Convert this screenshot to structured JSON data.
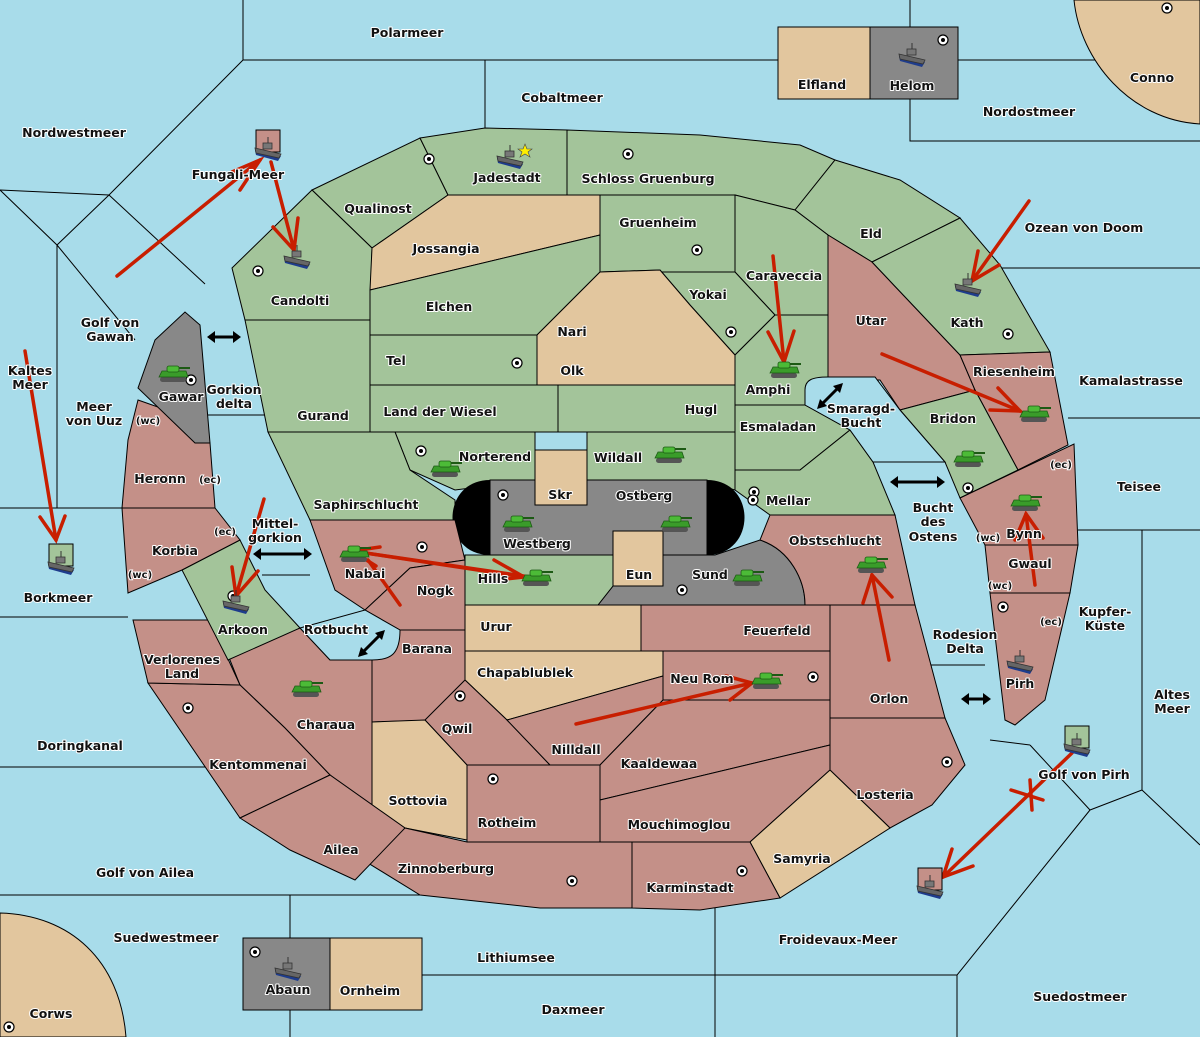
{
  "map": {
    "title": "Diplomacy-style game map",
    "colors": {
      "sea": "#a8dcea",
      "neutral": "#e2c69e",
      "power_green": "#a3c49a",
      "power_red": "#c49088",
      "power_gray": "#888888",
      "order_arrow": "#c81e00",
      "supply_center": "#ffffff",
      "capital_star": "#ffee00"
    },
    "sea_labels": {
      "polarmeer": "Polarmeer",
      "cobaltmeer": "Cobaltmeer",
      "nordwestmeer": "Nordwestmeer",
      "nordostmeer": "Nordostmeer",
      "fungali": "Fungali-Meer",
      "ozean_doom": "Ozean von Doom",
      "golf_gawan_1": "Golf von",
      "golf_gawan_2": "Gawan",
      "kaltes_1": "Kaltes",
      "kaltes_2": "Meer",
      "uuz_1": "Meer",
      "uuz_2": "von Uuz",
      "gorkion_1": "Gorkion",
      "gorkion_2": "delta",
      "mittel_1": "Mittel-",
      "mittel_2": "gorkion",
      "rotbucht": "Rotbucht",
      "borkmeer": "Borkmeer",
      "kamalastrasse": "Kamalastrasse",
      "teisee": "Teisee",
      "smaragd_1": "Smaragd-",
      "smaragd_2": "Bucht",
      "bucht_1": "Bucht",
      "bucht_2": "des",
      "bucht_3": "Ostens",
      "kupfer_1": "Kupfer-",
      "kupfer_2": "Küste",
      "rodesion_1": "Rodesion",
      "rodesion_2": "Delta",
      "altes_1": "Altes",
      "altes_2": "Meer",
      "doringkanal": "Doringkanal",
      "golf_pirh": "Golf von Pirh",
      "golf_ailea": "Golf von Ailea",
      "suedwestmeer": "Suedwestmeer",
      "froidevaux": "Froidevaux-Meer",
      "lithiumsee": "Lithiumsee",
      "daxmeer": "Daxmeer",
      "suedostmeer": "Suedostmeer"
    },
    "land_labels": {
      "elfland": "Elfland",
      "helom": "Helom",
      "conno": "Conno",
      "jadestadt": "Jadestadt",
      "schloss": "Schloss Gruenburg",
      "qualinost": "Qualinost",
      "jossangia": "Jossangia",
      "gruenheim": "Gruenheim",
      "eld": "Eld",
      "candolti": "Candolti",
      "caraveccia": "Caraveccia",
      "elchen": "Elchen",
      "yokai": "Yokai",
      "nari": "Nari",
      "utar": "Utar",
      "kath": "Kath",
      "tel": "Tel",
      "olk": "Olk",
      "amphi": "Amphi",
      "riesenheim": "Riesenheim",
      "gawar": "Gawar",
      "gurand": "Gurand",
      "land_wiesel": "Land der Wiesel",
      "hugl": "Hugl",
      "bridon": "Bridon",
      "esmaladan": "Esmaladan",
      "heronn": "Heronn",
      "norterend": "Norterend",
      "wildall": "Wildall",
      "skr": "Skr",
      "ostberg": "Ostberg",
      "mellar": "Mellar",
      "saphirschlucht": "Saphirschlucht",
      "westberg": "Westberg",
      "obstschlucht": "Obstschlucht",
      "bynn": "Bynn",
      "korbia": "Korbia",
      "nabai": "Nabai",
      "hills": "Hills",
      "eun": "Eun",
      "sund": "Sund",
      "gwaul": "Gwaul",
      "nogk": "Nogk",
      "arkoon": "Arkoon",
      "urur": "Urur",
      "feuerfeld": "Feuerfeld",
      "barana": "Barana",
      "verlorenes_1": "Verlorenes",
      "verlorenes_2": "Land",
      "chapablublek": "Chapablublek",
      "neu_rom": "Neu Rom",
      "pirh": "Pirh",
      "orlon": "Orlon",
      "charaua": "Charaua",
      "qwil": "Qwil",
      "nilldall": "Nilldall",
      "kaaldewaa": "Kaaldewaa",
      "kentommenai": "Kentommenai",
      "sottovia": "Sottovia",
      "rotheim": "Rotheim",
      "losteria": "Losteria",
      "mouchimoglou": "Mouchimoglou",
      "ailea": "Ailea",
      "samyria": "Samyria",
      "zinnoberburg": "Zinnoberburg",
      "karminstadt": "Karminstadt",
      "abaun": "Abaun",
      "ornheim": "Ornheim",
      "corws": "Corws"
    },
    "coast_labels": {
      "wc": "(wc)",
      "ec": "(ec)"
    },
    "units": [
      {
        "type": "fleet",
        "location": "Fungali-Meer",
        "power": "red",
        "retreat_marker": true
      },
      {
        "type": "fleet",
        "location": "Candolti",
        "power": "green"
      },
      {
        "type": "fleet",
        "location": "Jadestadt",
        "power": "green",
        "capital": true
      },
      {
        "type": "fleet",
        "location": "Helom",
        "power": "gray"
      },
      {
        "type": "fleet",
        "location": "Kath",
        "power": "green"
      },
      {
        "type": "fleet",
        "location": "Borkmeer",
        "power": "green",
        "retreat_marker": true
      },
      {
        "type": "fleet",
        "location": "Arkoon",
        "power": "green"
      },
      {
        "type": "fleet",
        "location": "Pirh",
        "power": "red"
      },
      {
        "type": "fleet",
        "location": "Golf von Pirh",
        "power": "green",
        "retreat_marker": true
      },
      {
        "type": "fleet",
        "location": "Froidevaux-Meer",
        "power": "red",
        "retreat_marker": true
      },
      {
        "type": "fleet",
        "location": "Abaun",
        "power": "gray"
      },
      {
        "type": "army",
        "location": "Gawar",
        "power": "gray"
      },
      {
        "type": "army",
        "location": "Amphi",
        "power": "green"
      },
      {
        "type": "army",
        "location": "Riesenheim",
        "power": "red"
      },
      {
        "type": "army",
        "location": "Bridon",
        "power": "green"
      },
      {
        "type": "army",
        "location": "Norterend",
        "power": "green"
      },
      {
        "type": "army",
        "location": "Wildall",
        "power": "green"
      },
      {
        "type": "army",
        "location": "Westberg",
        "power": "gray"
      },
      {
        "type": "army",
        "location": "Ostberg",
        "power": "gray"
      },
      {
        "type": "army",
        "location": "Bynn",
        "power": "red"
      },
      {
        "type": "army",
        "location": "Nabai",
        "power": "red"
      },
      {
        "type": "army",
        "location": "Hills",
        "power": "green"
      },
      {
        "type": "army",
        "location": "Sund",
        "power": "gray"
      },
      {
        "type": "army",
        "location": "Obstschlucht",
        "power": "red"
      },
      {
        "type": "army",
        "location": "Neu Rom",
        "power": "red"
      },
      {
        "type": "army",
        "location": "Charaua",
        "power": "red"
      }
    ],
    "orders": [
      {
        "from": "Golf von Gawan",
        "to": "Fungali-Meer",
        "kind": "move"
      },
      {
        "from": "Fungali-Meer",
        "to": "Candolti",
        "kind": "move"
      },
      {
        "from": "Ozean von Doom",
        "to": "Kath",
        "kind": "move"
      },
      {
        "from": "Kaltes Meer",
        "to": "Borkmeer",
        "kind": "move"
      },
      {
        "from": "Mittel-gorkion",
        "to": "Arkoon",
        "kind": "move"
      },
      {
        "from": "Caraveccia",
        "to": "Amphi",
        "kind": "move"
      },
      {
        "from": "Utar",
        "to": "Riesenheim",
        "kind": "move"
      },
      {
        "from": "Gwaul",
        "to": "Bynn",
        "kind": "move"
      },
      {
        "from": "Orlon",
        "to": "Obstschlucht",
        "kind": "move"
      },
      {
        "from": "Nilldall",
        "to": "Neu Rom",
        "kind": "move"
      },
      {
        "from": "Hills",
        "to": "Nabai",
        "kind": "move"
      },
      {
        "from": "Nabai",
        "to": "Hills",
        "kind": "move"
      },
      {
        "from": "Golf von Pirh",
        "to": "Froidevaux-Meer",
        "kind": "move-failed"
      }
    ]
  }
}
